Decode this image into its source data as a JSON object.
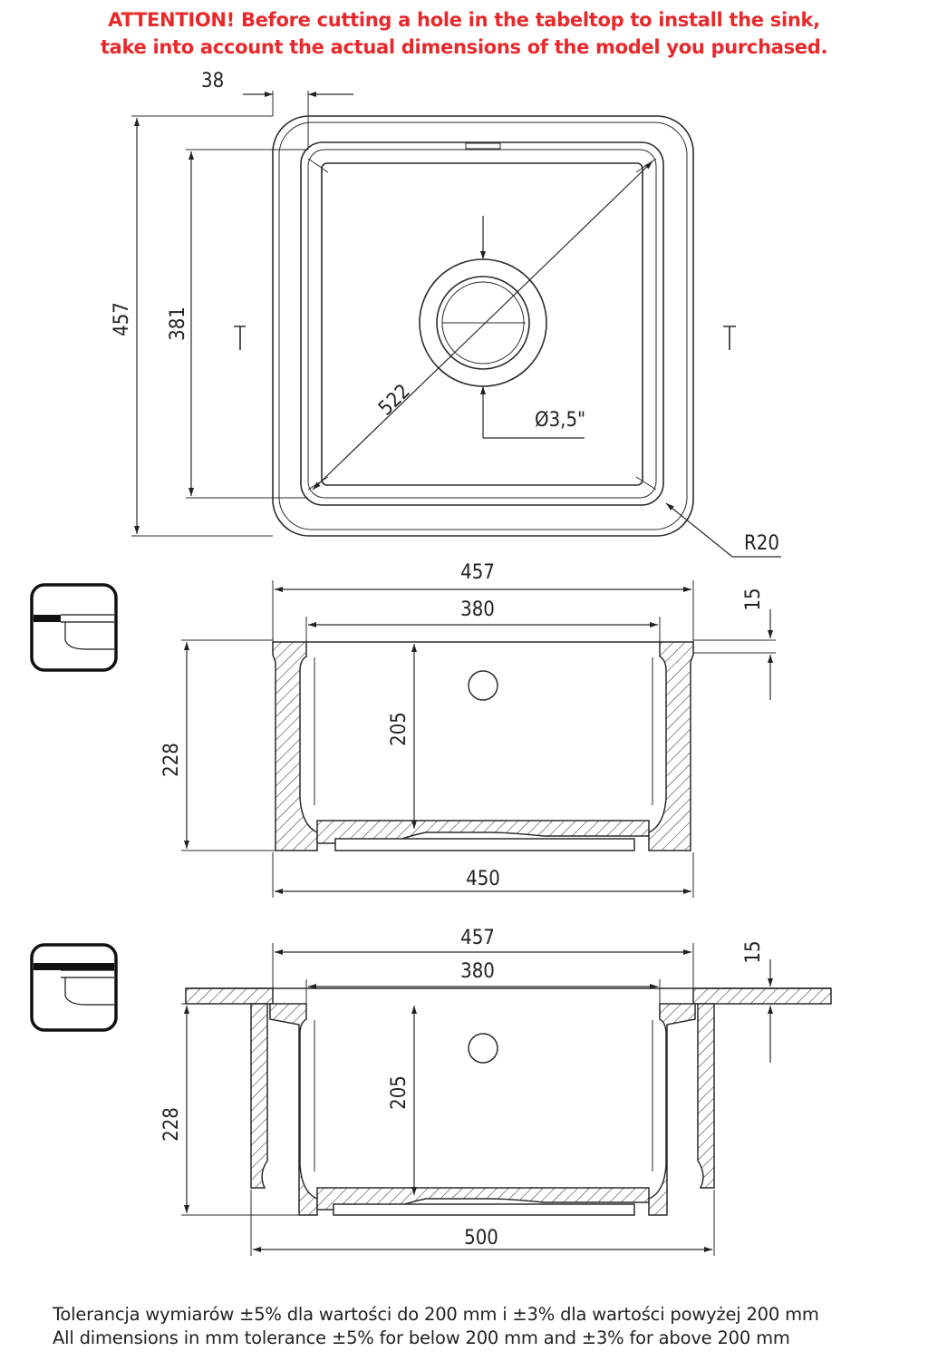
{
  "header": {
    "warning_line1": "ATTENTION! Before cutting a hole in the tabeltop to install the sink,",
    "warning_line2": "take into account the actual dimensions of the model you purchased."
  },
  "top_view": {
    "rim_width": "38",
    "outer_depth": "457",
    "inner_depth": "381",
    "diagonal": "522",
    "drain_diameter": "Ø3,5\"",
    "corner_radius": "R20"
  },
  "front_view": {
    "outer_width": "457",
    "inner_width": "380",
    "rim_thickness": "15",
    "total_height": "228",
    "bowl_depth": "205",
    "base_width": "450"
  },
  "installed_view": {
    "outer_width": "457",
    "inner_width": "380",
    "rim_thickness": "15",
    "total_height": "228",
    "bowl_depth": "205",
    "cabinet_width": "500"
  },
  "footer": {
    "tolerance_pl": "Tolerancja wymiarów ±5% dla wartości do 200 mm i ±3% dla wartości powyżej 200 mm",
    "tolerance_en": "All dimensions in mm tolerance ±5% for below 200 mm and ±3% for above 200 mm"
  },
  "colors": {
    "warning": "#e8292b",
    "line": "#2b2b2b"
  }
}
